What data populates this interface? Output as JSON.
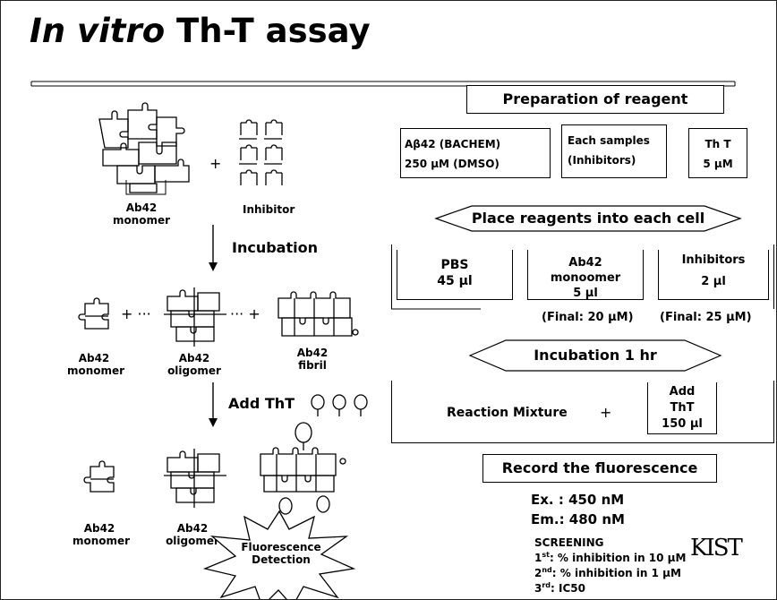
{
  "title": {
    "italic": "In vitro",
    "rest": " Th-T assay"
  },
  "preparation": {
    "header": "Preparation of reagent",
    "reagents": [
      {
        "line1": "Aβ42 (BACHEM)",
        "line2": "250 μM (DMSO)"
      },
      {
        "line1": "Each samples",
        "line2": "(Inhibitors)"
      },
      {
        "line1": "Th T",
        "line2": "5 μM"
      }
    ]
  },
  "place_reagents": "Place reagents into each cell",
  "cells": [
    {
      "label": "PBS",
      "volume": "45 μl"
    },
    {
      "label": "Ab42",
      "label2": "monoomer",
      "volume": "5 μl"
    },
    {
      "label": "Inhibitors",
      "volume": "2 μl"
    }
  ],
  "finals": {
    "ab42": "(Final: 20 μM)",
    "inhibitors": "(Final: 25 μM)"
  },
  "incubation_box": "Incubation 1 hr",
  "reaction": {
    "mixture": "Reaction Mixture",
    "plus": "+",
    "add": "Add",
    "tht": "ThT",
    "volume": "150 μl"
  },
  "record": "Record the fluorescence",
  "ex": "Ex. :  450 nM",
  "em": "Em.:  480 nM",
  "screening": {
    "header": "SCREENING",
    "items": [
      {
        "ord": "1",
        "sup": "st",
        "text": ":  % inhibition in 10 μM"
      },
      {
        "ord": "2",
        "sup": "nd",
        "text": ":  % inhibition in 1 μM"
      },
      {
        "ord": "3",
        "sup": "rd",
        "text": ":  IC50"
      }
    ]
  },
  "logo": "KIST",
  "left_diagram": {
    "monomer_top": {
      "line1": "Ab42",
      "line2": "monomer"
    },
    "inhibitor": "Inhibitor",
    "plus": "+",
    "incubation": "Incubation",
    "monomer": {
      "line1": "Ab42",
      "line2": "monomer"
    },
    "oligomer": {
      "line1": "Ab42",
      "line2": "oligomer"
    },
    "fibril": {
      "line1": "Ab42",
      "line2": "fibril"
    },
    "plus_dots": "+ ···",
    "dots_plus": "··· +",
    "add_tht": "Add ThT",
    "monomer_bottom": {
      "line1": "Ab42",
      "line2": "monomer"
    },
    "oligomer_bottom": {
      "line1": "Ab42",
      "line2": "oligomer"
    },
    "fluorescence": {
      "line1": "Fluorescence",
      "line2": "Detection"
    }
  }
}
